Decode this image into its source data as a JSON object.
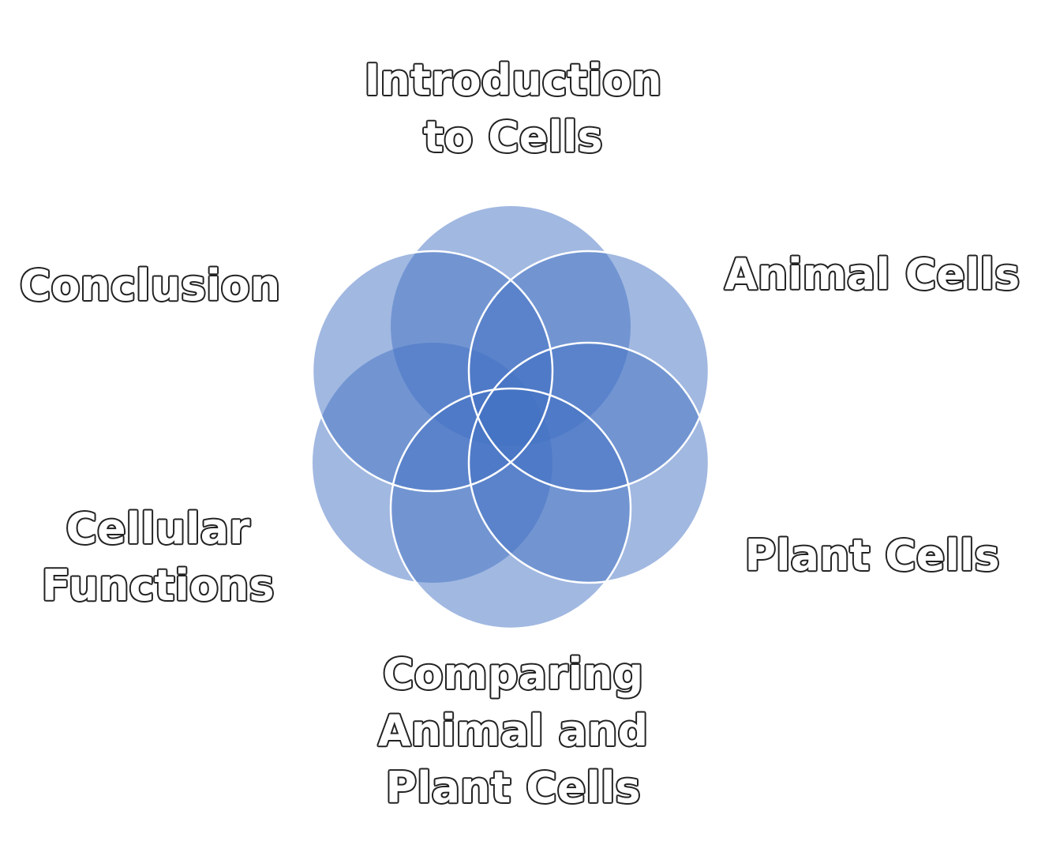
{
  "diagram": {
    "segments": [
      {
        "id": "intro",
        "label": "Introduction\nto Cells"
      },
      {
        "id": "animal",
        "label": "Animal Cells"
      },
      {
        "id": "plant",
        "label": "Plant Cells"
      },
      {
        "id": "compare",
        "label": "Comparing\nAnimal and\nPlant Cells"
      },
      {
        "id": "cellular",
        "label": "Cellular\nFunctions"
      },
      {
        "id": "conclusion",
        "label": "Conclusion"
      }
    ],
    "colors": {
      "circle_fill": "#4472c4",
      "circle_outline": "#ffffff",
      "label_fill": "#ffffff",
      "label_outline": "#222222"
    }
  }
}
